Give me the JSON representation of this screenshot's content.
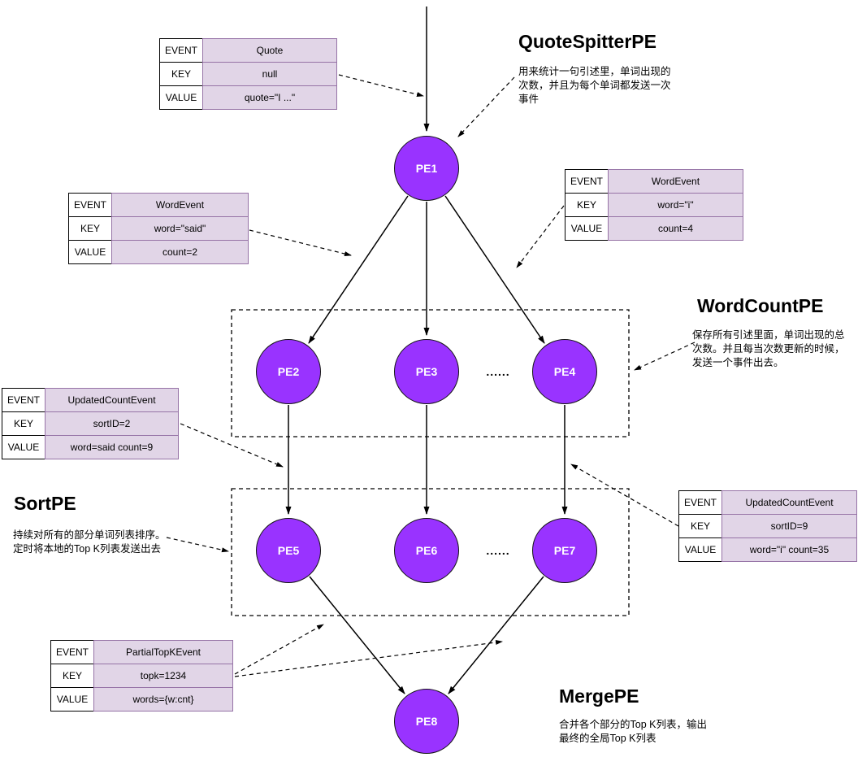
{
  "colors": {
    "pe_fill": "#9933FF",
    "pe_border": "#141414",
    "table_value_fill": "#E1D5E7",
    "table_value_border": "#9673A6",
    "table_label_fill": "#ffffff"
  },
  "nodes": {
    "pe1": "PE1",
    "pe2": "PE2",
    "pe3": "PE3",
    "pe4": "PE4",
    "pe5": "PE5",
    "pe6": "PE6",
    "pe7": "PE7",
    "pe8": "PE8",
    "ellipsis_wordcount": "......",
    "ellipsis_sort": "......"
  },
  "tables": {
    "quote": {
      "rows": [
        {
          "label": "EVENT",
          "value": "Quote"
        },
        {
          "label": "KEY",
          "value": "null"
        },
        {
          "label": "VALUE",
          "value": "quote=\"I ...\""
        }
      ]
    },
    "word_event_said": {
      "rows": [
        {
          "label": "EVENT",
          "value": "WordEvent"
        },
        {
          "label": "KEY",
          "value": "word=\"said\""
        },
        {
          "label": "VALUE",
          "value": "count=2"
        }
      ]
    },
    "word_event_i": {
      "rows": [
        {
          "label": "EVENT",
          "value": "WordEvent"
        },
        {
          "label": "KEY",
          "value": "word=\"i\""
        },
        {
          "label": "VALUE",
          "value": "count=4"
        }
      ]
    },
    "updated_count_said": {
      "rows": [
        {
          "label": "EVENT",
          "value": "UpdatedCountEvent"
        },
        {
          "label": "KEY",
          "value": "sortID=2"
        },
        {
          "label": "VALUE",
          "value": "word=said count=9"
        }
      ]
    },
    "updated_count_i": {
      "rows": [
        {
          "label": "EVENT",
          "value": "UpdatedCountEvent"
        },
        {
          "label": "KEY",
          "value": "sortID=9"
        },
        {
          "label": "VALUE",
          "value": "word=\"i\" count=35"
        }
      ]
    },
    "partial_topk": {
      "rows": [
        {
          "label": "EVENT",
          "value": "PartialTopKEvent"
        },
        {
          "label": "KEY",
          "value": "topk=1234"
        },
        {
          "label": "VALUE",
          "value": "words={w:cnt}"
        }
      ]
    }
  },
  "annotations": {
    "quote_spitter": {
      "title": "QuoteSpitterPE",
      "desc": "用来统计一句引述里，单词出现的\n次数，并且为每个单词都发送一次\n事件"
    },
    "word_count": {
      "title": "WordCountPE",
      "desc": "保存所有引述里面，单词出现的总\n次数。并且每当次数更新的时候，\n发送一个事件出去。"
    },
    "sort": {
      "title": "SortPE",
      "desc": "持续对所有的部分单词列表排序。\n定时将本地的Top K列表发送出去"
    },
    "merge": {
      "title": "MergePE",
      "desc": "合并各个部分的Top K列表，输出\n最终的全局Top K列表"
    }
  }
}
